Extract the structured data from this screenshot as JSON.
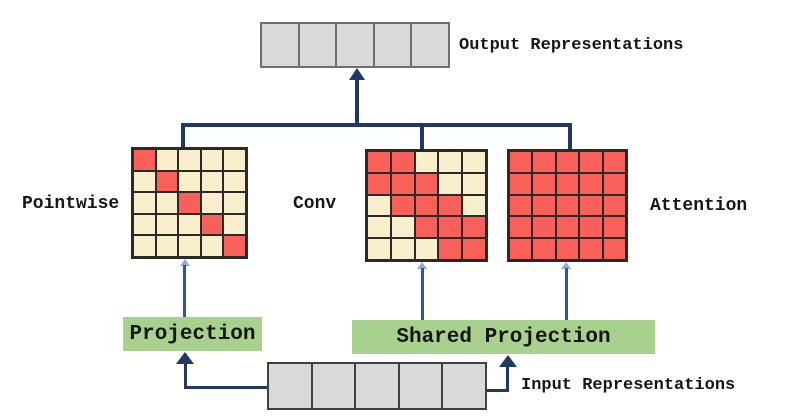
{
  "colors": {
    "navy": "#1F3864",
    "blue": "#2F5597",
    "light-blue": "#8FAADC",
    "red": "#F9605A",
    "cream": "#FAEFCD",
    "green": "#A9D18E",
    "gray": "#D9D9D9",
    "cell-border": "#2B2A26",
    "row-border-output": "#6E6E6E",
    "row-border-input": "#404040",
    "text": "#161616"
  },
  "output_row": {
    "label": "Output Representations",
    "cells": 5
  },
  "input_row": {
    "label": "Input Representations",
    "cells": 5
  },
  "projections": {
    "pointwise": {
      "label": "Projection"
    },
    "shared": {
      "label": "Shared Projection"
    }
  },
  "matrices": {
    "pointwise": {
      "label": "Pointwise",
      "grid": [
        [
          1,
          0,
          0,
          0,
          0
        ],
        [
          0,
          1,
          0,
          0,
          0
        ],
        [
          0,
          0,
          1,
          0,
          0
        ],
        [
          0,
          0,
          0,
          1,
          0
        ],
        [
          0,
          0,
          0,
          0,
          1
        ]
      ]
    },
    "conv": {
      "label": "Conv",
      "grid": [
        [
          1,
          1,
          0,
          0,
          0
        ],
        [
          1,
          1,
          1,
          0,
          0
        ],
        [
          0,
          1,
          1,
          1,
          0
        ],
        [
          0,
          0,
          1,
          1,
          1
        ],
        [
          0,
          0,
          0,
          1,
          1
        ]
      ]
    },
    "attention": {
      "label": "Attention",
      "grid": [
        [
          1,
          1,
          1,
          1,
          1
        ],
        [
          1,
          1,
          1,
          1,
          1
        ],
        [
          1,
          1,
          1,
          1,
          1
        ],
        [
          1,
          1,
          1,
          1,
          1
        ],
        [
          1,
          1,
          1,
          1,
          1
        ]
      ]
    }
  }
}
